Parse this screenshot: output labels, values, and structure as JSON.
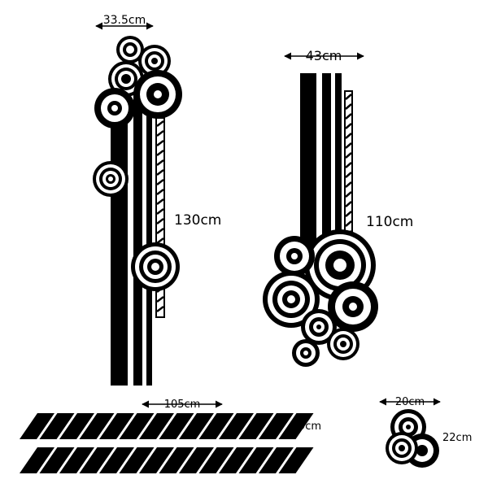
{
  "colors": {
    "ink": "#000000",
    "paper": "#ffffff"
  },
  "designs": [
    {
      "id": "tall-stripes-circles",
      "width_label": "33.5cm",
      "height_label": "130cm"
    },
    {
      "id": "medium-stripes-circles",
      "width_label": "43cm",
      "height_label": "110cm"
    },
    {
      "id": "parallelogram-bands",
      "width_label": "105cm",
      "height_label": "9cm"
    },
    {
      "id": "small-circle-cluster",
      "width_label": "20cm",
      "height_label": "22cm"
    }
  ]
}
